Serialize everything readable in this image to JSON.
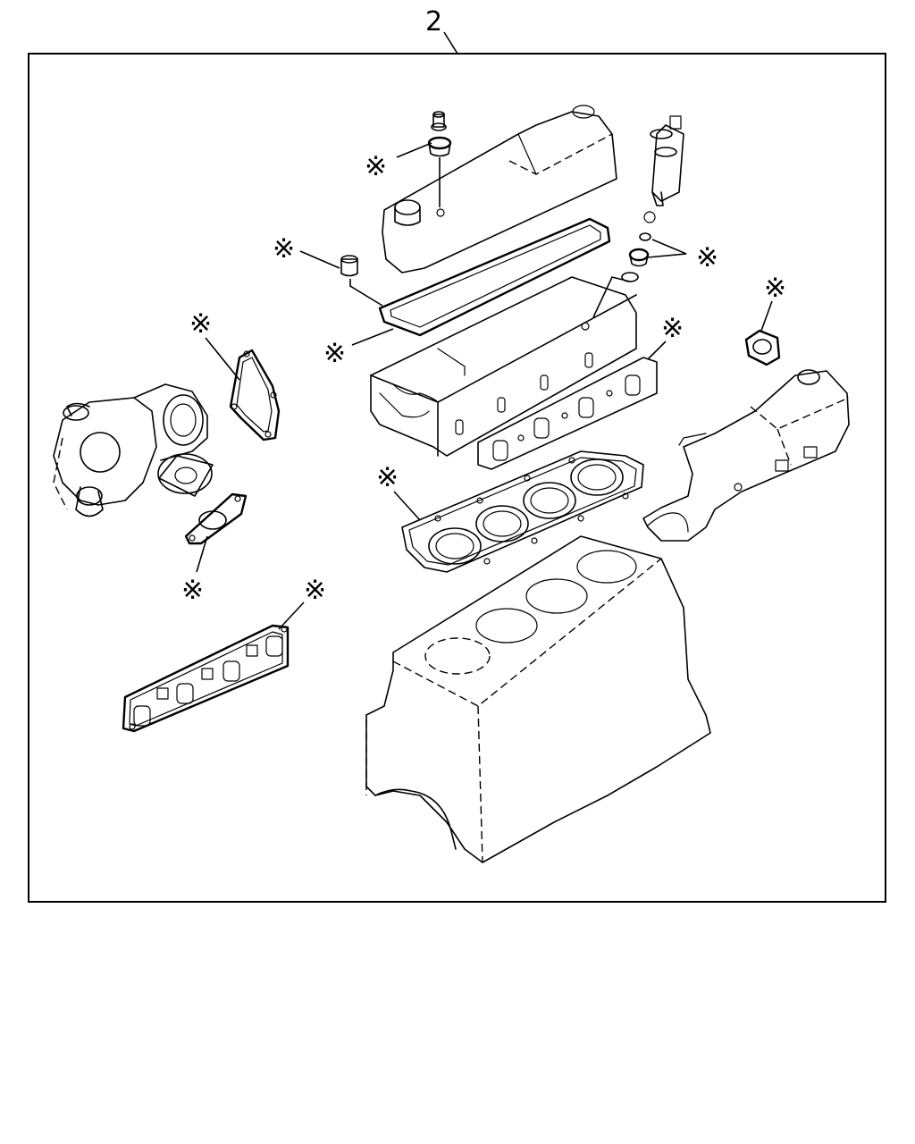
{
  "callout": {
    "number": "2"
  },
  "kit_marker": "※",
  "parts": [
    {
      "id": "breather-cap"
    },
    {
      "id": "breather-seal"
    },
    {
      "id": "oil-filler-cap"
    },
    {
      "id": "rocker-cover"
    },
    {
      "id": "rocker-cover-gasket"
    },
    {
      "id": "injector"
    },
    {
      "id": "injector-seals"
    },
    {
      "id": "cylinder-head"
    },
    {
      "id": "turbocharger"
    },
    {
      "id": "turbo-oil-gasket"
    },
    {
      "id": "turbo-flange-gasket"
    },
    {
      "id": "exhaust-manifold-gasket"
    },
    {
      "id": "head-gasket"
    },
    {
      "id": "thermostat-gasket"
    },
    {
      "id": "intake-manifold"
    },
    {
      "id": "intake-manifold-gasket"
    },
    {
      "id": "cylinder-block"
    }
  ]
}
